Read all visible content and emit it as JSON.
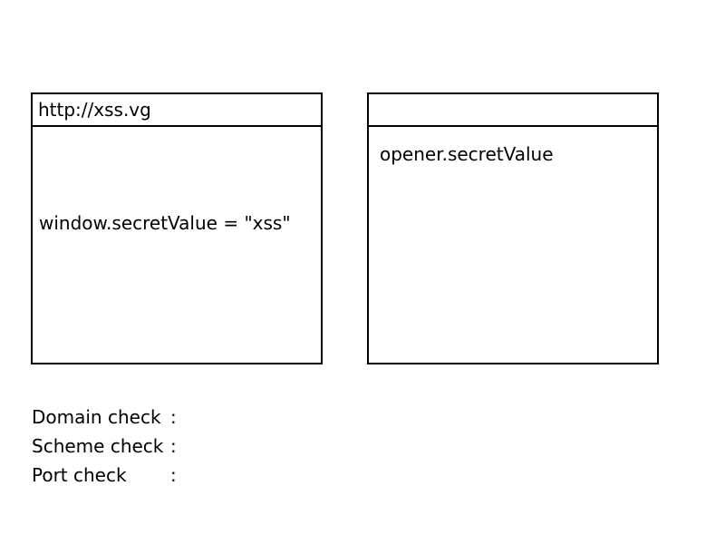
{
  "left_window": {
    "address": "http://xss.vg",
    "code": "window.secretValue = \"xss\""
  },
  "right_window": {
    "address": "",
    "code": "opener.secretValue"
  },
  "checks": [
    {
      "label": "Domain check",
      "separator": ":"
    },
    {
      "label": "Scheme check",
      "separator": ":"
    },
    {
      "label": "Port check",
      "separator": ":"
    }
  ]
}
